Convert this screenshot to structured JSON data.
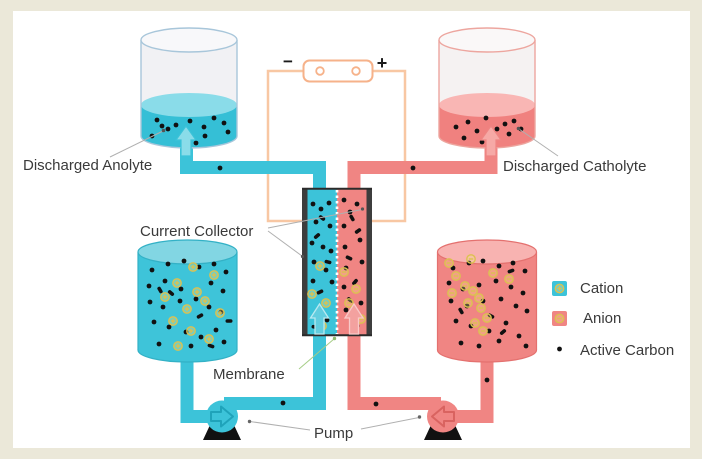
{
  "figure": {
    "labels": {
      "discharged_anolyte": "Discharged Anolyte",
      "discharged_catholyte": "Discharged Catholyte",
      "current_collector": "Current Collector",
      "membrane": "Membrane",
      "pump": "Pump",
      "minus": "−",
      "plus": "+"
    },
    "legend": [
      {
        "label": "Cation",
        "swatch": "#3cc3d9",
        "ion": "plus"
      },
      {
        "label": "Anion",
        "swatch": "#f08583",
        "ion": "minus"
      },
      {
        "label": "Active Carbon",
        "swatch": "#111111",
        "ion": "dot"
      }
    ],
    "colors": {
      "background_frame": "#ebe8d9",
      "panel": "#ffffff",
      "cyan_main": "#3cc3d9",
      "cyan_light": "#8adce9",
      "pink_main": "#f08583",
      "pink_light": "#f9b6b4",
      "wire": "#f8c7a3",
      "carbon": "#111111",
      "ion_stroke": "#dcc150",
      "ion_fill": "rgba(250,230,140,0.30)",
      "leader": "#b0b0b0",
      "membrane_leader": "#a5cd86",
      "collector_bar": "#3d3d3d"
    },
    "particles": {
      "tank_top_left": {
        "dots": [
          [
            157,
            120
          ],
          [
            168,
            129
          ],
          [
            152,
            136
          ],
          [
            176,
            125
          ],
          [
            190,
            121
          ],
          [
            204,
            127
          ],
          [
            214,
            118
          ],
          [
            224,
            123
          ],
          [
            228,
            132
          ],
          [
            205,
            136
          ],
          [
            196,
            143
          ],
          [
            162,
            126
          ]
        ]
      },
      "tank_top_right": {
        "dots": [
          [
            456,
            127
          ],
          [
            468,
            122
          ],
          [
            477,
            131
          ],
          [
            486,
            118
          ],
          [
            497,
            129
          ],
          [
            505,
            124
          ],
          [
            514,
            121
          ],
          [
            509,
            134
          ],
          [
            521,
            129
          ],
          [
            464,
            138
          ],
          [
            482,
            142
          ]
        ]
      },
      "tank_bottom_left": {
        "ion": "plus",
        "dots": [
          [
            152,
            270
          ],
          [
            168,
            264
          ],
          [
            184,
            261
          ],
          [
            199,
            267
          ],
          [
            214,
            264
          ],
          [
            226,
            272
          ],
          [
            149,
            286
          ],
          [
            165,
            281
          ],
          [
            181,
            289
          ],
          [
            211,
            283
          ],
          [
            223,
            291
          ],
          [
            150,
            302
          ],
          [
            163,
            307
          ],
          [
            180,
            301
          ],
          [
            196,
            299
          ],
          [
            209,
            307
          ],
          [
            221,
            312
          ],
          [
            154,
            322
          ],
          [
            169,
            327
          ],
          [
            186,
            332
          ],
          [
            201,
            337
          ],
          [
            216,
            330
          ],
          [
            159,
            344
          ],
          [
            191,
            346
          ],
          [
            224,
            342
          ]
        ],
        "blobs": [
          [
            200,
            316,
            -30
          ],
          [
            171,
            293,
            40
          ],
          [
            211,
            346,
            20
          ],
          [
            229,
            321,
            0
          ],
          [
            160,
            290,
            60
          ]
        ],
        "ions": [
          [
            193,
            267
          ],
          [
            214,
            275
          ],
          [
            177,
            283
          ],
          [
            197,
            292
          ],
          [
            165,
            297
          ],
          [
            187,
            309
          ],
          [
            205,
            301
          ],
          [
            220,
            313
          ],
          [
            173,
            321
          ],
          [
            191,
            331
          ],
          [
            209,
            339
          ],
          [
            178,
            346
          ]
        ]
      },
      "tank_bottom_right": {
        "ion": "minus",
        "dots": [
          [
            453,
            268
          ],
          [
            469,
            263
          ],
          [
            483,
            261
          ],
          [
            499,
            266
          ],
          [
            513,
            263
          ],
          [
            525,
            271
          ],
          [
            449,
            283
          ],
          [
            463,
            289
          ],
          [
            479,
            285
          ],
          [
            496,
            281
          ],
          [
            511,
            287
          ],
          [
            523,
            293
          ],
          [
            451,
            301
          ],
          [
            467,
            306
          ],
          [
            483,
            301
          ],
          [
            501,
            299
          ],
          [
            516,
            306
          ],
          [
            527,
            311
          ],
          [
            456,
            321
          ],
          [
            471,
            326
          ],
          [
            489,
            331
          ],
          [
            506,
            323
          ],
          [
            519,
            336
          ],
          [
            461,
            343
          ],
          [
            479,
            346
          ],
          [
            499,
            341
          ],
          [
            526,
            346
          ]
        ],
        "blobs": [
          [
            491,
            316,
            30
          ],
          [
            511,
            271,
            -20
          ],
          [
            461,
            311,
            60
          ],
          [
            503,
            332,
            -40
          ]
        ],
        "ions": [
          [
            449,
            263
          ],
          [
            471,
            259
          ],
          [
            456,
            276
          ],
          [
            465,
            286
          ],
          [
            452,
            293
          ],
          [
            473,
            291
          ],
          [
            479,
            298
          ],
          [
            468,
            303
          ],
          [
            481,
            308
          ],
          [
            487,
            318
          ],
          [
            475,
            323
          ],
          [
            483,
            331
          ],
          [
            493,
            273
          ],
          [
            509,
            279
          ]
        ]
      },
      "cell_left": {
        "ion": "plus",
        "dots": [
          [
            313,
            204
          ],
          [
            321,
            209
          ],
          [
            329,
            203
          ],
          [
            316,
            222
          ],
          [
            330,
            226
          ],
          [
            312,
            243
          ],
          [
            323,
            247
          ],
          [
            331,
            251
          ],
          [
            314,
            262
          ],
          [
            326,
            270
          ],
          [
            332,
            282
          ],
          [
            313,
            281
          ],
          [
            318,
            313
          ],
          [
            327,
            320
          ]
        ],
        "blobs": [
          [
            322,
            218,
            35
          ],
          [
            317,
            236,
            -40
          ],
          [
            328,
            262,
            15
          ],
          [
            320,
            292,
            -25
          ],
          [
            315,
            327,
            10
          ]
        ],
        "ions": [
          [
            320,
            266
          ],
          [
            312,
            294
          ],
          [
            326,
            303
          ],
          [
            322,
            326
          ]
        ]
      },
      "cell_right": {
        "ion": "minus",
        "dots": [
          [
            344,
            200
          ],
          [
            357,
            204
          ],
          [
            350,
            212
          ],
          [
            344,
            226
          ],
          [
            360,
            240
          ],
          [
            345,
            247
          ],
          [
            362,
            262
          ],
          [
            346,
            268
          ],
          [
            344,
            287
          ],
          [
            361,
            303
          ],
          [
            346,
            310
          ],
          [
            357,
            326
          ]
        ],
        "blobs": [
          [
            352,
            218,
            60
          ],
          [
            358,
            231,
            -35
          ],
          [
            349,
            258,
            25
          ],
          [
            355,
            282,
            -50
          ],
          [
            350,
            300,
            40
          ]
        ],
        "ions": [
          [
            344,
            272
          ],
          [
            349,
            303
          ],
          [
            361,
            319
          ],
          [
            356,
            289
          ]
        ]
      },
      "pipes": {
        "dots": [
          [
            220,
            168
          ],
          [
            413,
            168
          ],
          [
            283,
            403
          ],
          [
            376,
            404
          ],
          [
            487,
            380
          ]
        ]
      },
      "legend_cation": {
        "ion": "plus",
        "ions": [
          [
            559.5,
            288.5
          ]
        ]
      },
      "legend_anion": {
        "ion": "minus",
        "ions": [
          [
            559.5,
            318.5
          ]
        ]
      },
      "legend_carbon": {
        "dots": [
          [
            559.5,
            349
          ]
        ]
      }
    }
  }
}
